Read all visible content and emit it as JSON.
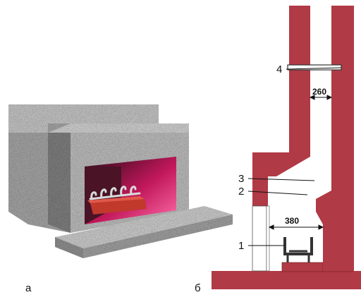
{
  "figure": {
    "panel_a_label": "а",
    "panel_b_label": "б",
    "callouts": [
      {
        "id": "grate",
        "text": "1"
      },
      {
        "id": "throat",
        "text": "2"
      },
      {
        "id": "smoke-chamber",
        "text": "3"
      },
      {
        "id": "damper",
        "text": "4"
      }
    ],
    "dimensions": [
      {
        "id": "flue-width",
        "text": "260"
      },
      {
        "id": "firebox-width",
        "text": "380"
      }
    ],
    "colors": {
      "brick": "#b03a45",
      "stone": "#a6a6a6",
      "firebox_glow": "#c2185b",
      "hearth_block": "#c0392b"
    }
  }
}
